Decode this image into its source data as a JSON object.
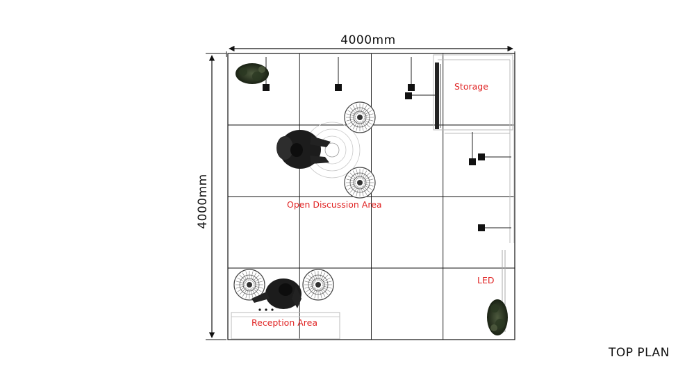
{
  "dimensions": {
    "width_label": "4000mm",
    "height_label": "4000mm"
  },
  "areas": {
    "storage": "Storage",
    "open_discussion": "Open Discussion Area",
    "led": "LED",
    "reception": "Reception Area"
  },
  "title": "TOP PLAN",
  "colors": {
    "label": "#e02424",
    "line": "#111111",
    "plant": "#1f2a1a"
  },
  "grid": {
    "rows": 4,
    "cols": 4
  }
}
